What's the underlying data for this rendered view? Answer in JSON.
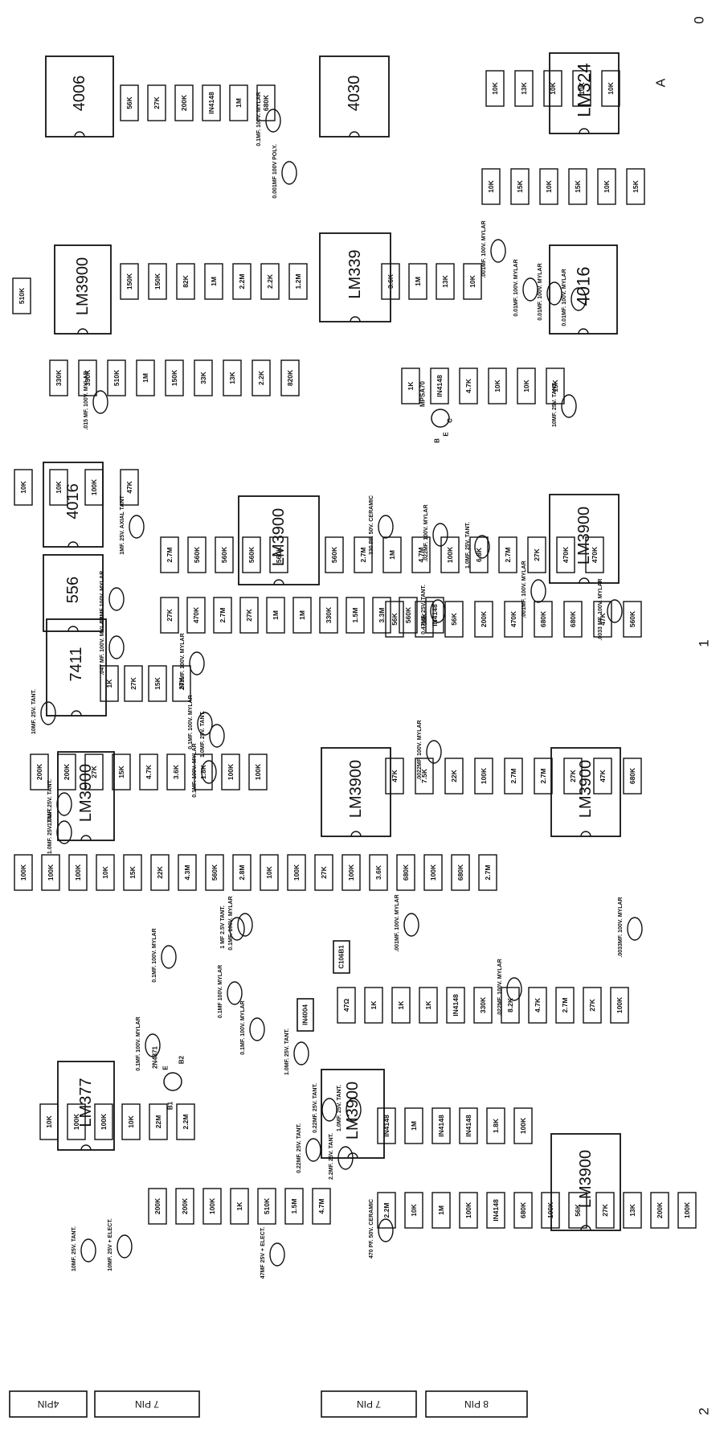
{
  "column_markers": [
    "0",
    "1",
    "2"
  ],
  "section_marker": "A",
  "connectors": [
    "4PIN",
    "7 PIN",
    "7 PIN",
    "8 PIN"
  ],
  "ics": [
    "4006",
    "4030",
    "LM324",
    "LM3900",
    "LM339",
    "4016",
    "4016",
    "LM3900",
    "LM3900",
    "556",
    "7411",
    "LM3900",
    "LM3900",
    "LM3900",
    "LM377",
    "LM3900",
    "LM3900"
  ],
  "resistor_columns": [
    [
      "56K",
      "27K",
      "200K",
      "IN4148",
      "1M",
      "680K"
    ],
    [
      "10K",
      "13K",
      "10K",
      "10K",
      "10K"
    ],
    [
      "10K",
      "15K",
      "10K",
      "15K",
      "10K",
      "15K"
    ],
    [
      "510K"
    ],
    [
      "150K",
      "150K",
      "82K",
      "1M",
      "2.2M",
      "2.2K",
      "1.2M"
    ],
    [
      "3.6K",
      "1M",
      "13K",
      "10K"
    ],
    [
      "330K",
      "330K",
      "510K",
      "1M",
      "150K",
      "33K",
      "13K",
      "2.2K",
      "820K"
    ],
    [
      "1K",
      "IN4148",
      "4.7K",
      "10K",
      "10K",
      "15K"
    ],
    [
      "10K",
      "10K",
      "100K",
      "47K"
    ],
    [
      "2.7M",
      "560K",
      "560K",
      "560K",
      "560K"
    ],
    [
      "560K",
      "2.7M",
      "1M",
      "4.7M",
      "100K",
      "6.8K",
      "2.7M",
      "27K",
      "470K",
      "470K"
    ],
    [
      "27K",
      "470K",
      "2.7M",
      "27K",
      "1M",
      "1M",
      "330K",
      "1.5M",
      "3.3M",
      "560K",
      "IN4148"
    ],
    [
      "56K",
      "56K",
      "56K",
      "200K",
      "470K",
      "680K",
      "680K",
      "47K",
      "560K"
    ],
    [
      "1K",
      "27K",
      "15K",
      "27K"
    ],
    [
      "200K",
      "200K",
      "27K",
      "15K",
      "4.7K",
      "3.6K",
      "1.8K",
      "100K",
      "100K"
    ],
    [
      "47K",
      "7.5K",
      "22K",
      "100K",
      "2.7M",
      "2.7M",
      "27K",
      "47K",
      "680K"
    ],
    [
      "100K",
      "100K",
      "100K",
      "10K",
      "15K",
      "22K",
      "4.3M",
      "560K",
      "2.8M",
      "10K",
      "100K",
      "27K",
      "100K",
      "3.6K",
      "680K",
      "100K",
      "680K",
      "2.7M"
    ],
    [
      "47Ω",
      "1K",
      "1K",
      "1K",
      "IN4148",
      "330K",
      "8.2K",
      "4.7K",
      "2.7M",
      "27K",
      "100K"
    ],
    [
      "10K",
      "100K",
      "100K",
      "10K",
      "22M",
      "2.2M"
    ],
    [
      "IN4148",
      "1M",
      "IN4148",
      "IN4148",
      "1.8K",
      "100K"
    ],
    [
      "200K",
      "200K",
      "100K",
      "1K",
      "510K",
      "1.5M",
      "4.7M"
    ],
    [
      "2.2M",
      "10K",
      "1M",
      "100K",
      "IN4148",
      "680K",
      "100K",
      "56K",
      "27K",
      "13K",
      "200K",
      "100K"
    ]
  ],
  "capacitor_notes": [
    "0.1MF. 100V. MYLAR",
    "0.001MF 100V POLY.",
    ".001MF. 100V. MYLAR",
    "0.01MF. 100V. MYLAR",
    "0.01MF. 100V. MYLAR",
    "0.01MF. 100V. MYLAR",
    "10MF. 25V. TANT.",
    ".015 MF. 100V. MYLAR",
    "1MF. 25V. AXIAL TANT",
    "330 PF. 50V. CERAMIC",
    ".022MF. 100V. MYLAR",
    "1.0MF. 25V. TANT.",
    "0.47MF. 25V. TANT.",
    ".001MF. 100V. MYLAR",
    ".0033 MF. 100V. MYLAR",
    ".01MF 100V. MYLAR",
    ".047 MF. 100V. MYLAR",
    ".001MF. 100V. MYLAR",
    "0.1MF. 100V. MYLAR",
    "1.0MF. 25V. TANT.",
    ".0022MF. 100V. MYLAR",
    "10MF. 25V. TANT.",
    "0.1MF. 100V. MYLAR",
    "1.0MF. 25V. TANT.",
    "1.0MF. 25V. TANT.",
    "1 MF 2.5V TANT.",
    "0.1MF. 100V. MYLAR",
    ".001MF. 100V. MYLAR",
    ".0033MF. 100V. MYLAR",
    "0.1MF. 100V. MYLAR",
    "0.1MF. 100V. MYLAR",
    "1.0MF. 25V. TANT.",
    "0.22MF. 25V. TANT.",
    "0.22MF. 25V. TANT.",
    "2.2MF. 25V. TANT.",
    "1.0MF. 25V. TANT.",
    "470 PF. 50V. CERAMIC",
    "10MF. 25V. TANT.",
    "10MF. 25V + ELECT.",
    "47MF 25V + ELECT.",
    "0.1MF. 100V. MYLAR",
    "0.1MF 100V. MYLAR",
    ".022MF. 100V. MYLAR"
  ],
  "transistors": [
    "MPSA70",
    "2N4871"
  ],
  "misc_parts": [
    "IN4004",
    "C106B1"
  ],
  "pin_labels": [
    "B",
    "E",
    "C",
    "E",
    "B1",
    "B2"
  ],
  "colors": {
    "ink": "#111111",
    "paper": "#ffffff"
  }
}
